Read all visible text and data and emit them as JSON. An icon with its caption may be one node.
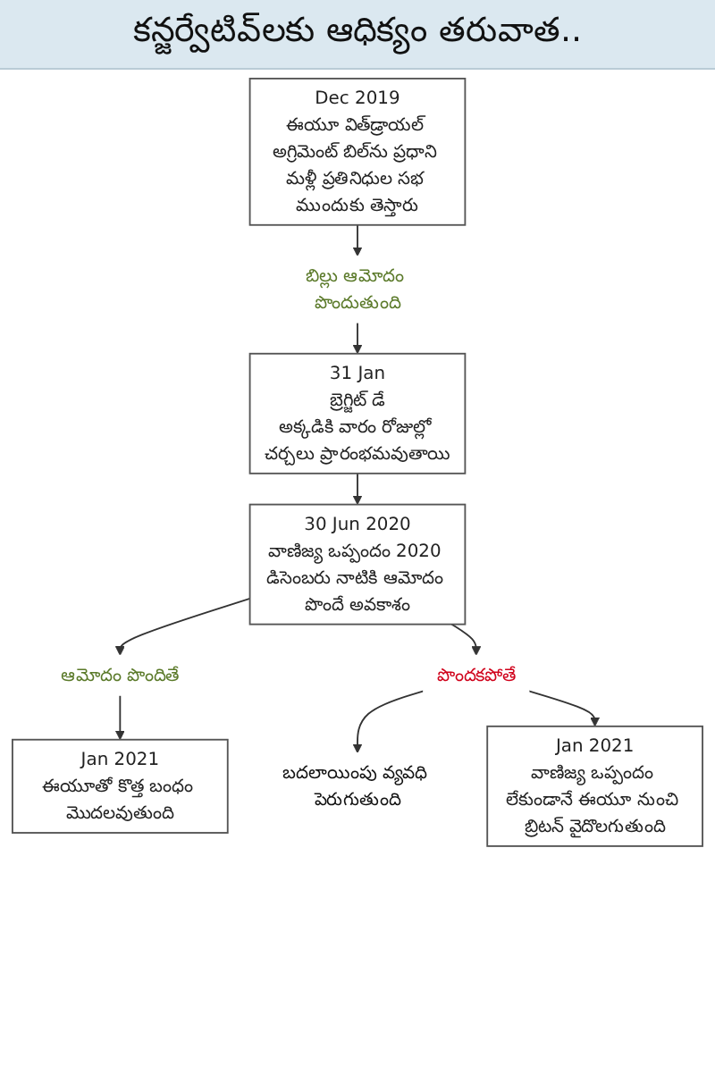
{
  "diagram": {
    "title": "కన్జర్వేటివ్‌లకు ఆధిక్యం తరువాత..",
    "nodes": [
      {
        "text": [
          "Dec 2019",
          "ఈయూ విత్‌డ్రాయల్ అగ్రిమెంట్ బిల్‌ను ప్రధాని మళ్లీ ప్రతినిధుల సభ ముందుకు తెస్తారు"
        ]
      },
      {
        "text": [
          "బిల్లు ఆమోదం పొందుతుంది"
        ]
      },
      {
        "text": [
          "31 Jan",
          "బ్రెగ్జిట్ డే",
          "అక్కడికి వారం రోజుల్లో చర్చలు ప్రారంభమవుతాయి"
        ]
      },
      {
        "text": [
          "30 Jun 2020",
          "వాణిజ్య ఒప్పందం 2020 డిసెంబరు నాటికి ఆమోదం పొందే అవకాశం"
        ]
      },
      {
        "text": [
          "ఆమోదం పొందితే"
        ]
      },
      {
        "text": [
          "పొందకపోతే"
        ]
      },
      {
        "text": [
          "Jan 2021",
          "ఈయూతో కొత్త బంధం మొదలవుతుంది"
        ]
      },
      {
        "text": [
          "బదలాయింపు వ్యవధి పెరుగుతుంది"
        ]
      },
      {
        "text": [
          "Jan 2021",
          "వాణిజ్య ఒప్పందం లేకుండానే ఈయూ నుంచి బ్రిటన్ వైదొలగుతుంది"
        ]
      }
    ],
    "edges": [
      {
        "from": 0,
        "to": 1,
        "arrow": "to"
      },
      {
        "from": 1,
        "to": 2,
        "arrow": "to"
      },
      {
        "from": 2,
        "to": 3,
        "arrow": "to"
      },
      {
        "from": 3,
        "to": 4,
        "arrow": "to"
      },
      {
        "from": 3,
        "to": 5,
        "arrow": "to"
      },
      {
        "from": 4,
        "to": 6,
        "arrow": "to"
      },
      {
        "from": 5,
        "to": 7,
        "arrow": "to"
      },
      {
        "from": 5,
        "to": 8,
        "arrow": "to"
      }
    ]
  }
}
